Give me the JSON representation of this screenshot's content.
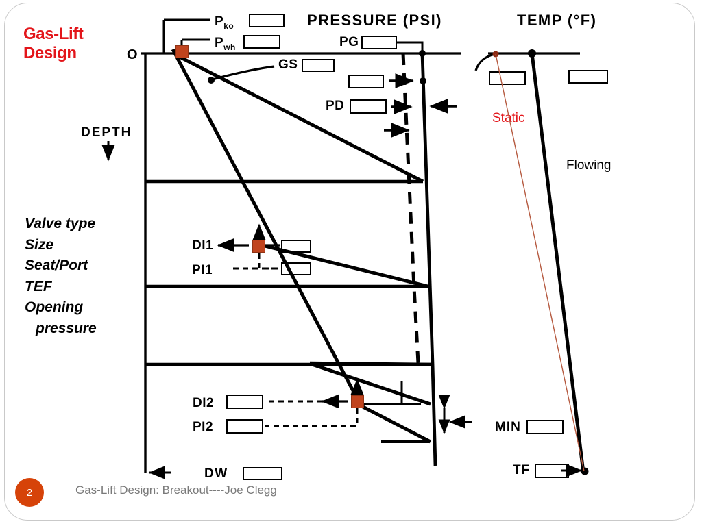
{
  "slide": {
    "title_line1": "Gas-Lift",
    "title_line2": "Design",
    "title_color": "#E3151A",
    "page_number": "2",
    "footer": "Gas-Lift Design:  Breakout----Joe Clegg"
  },
  "left_list": {
    "items": [
      "Valve type",
      "Size",
      "Seat/Port",
      "TEF",
      "Opening",
      "pressure"
    ]
  },
  "headers": {
    "pressure": "PRESSURE (PSI)",
    "temp": "TEMP (°F)"
  },
  "axis": {
    "origin_label": "O",
    "depth_label": "DEPTH",
    "depth_arrow": "down-arrow"
  },
  "pressure_labels": {
    "pko": "P",
    "pko_sub": "ko",
    "pwh": "P",
    "pwh_sub": "wh",
    "gs": "GS",
    "pg": "PG",
    "pd": "PD",
    "di1": "DI1",
    "pi1": "PI1",
    "di2": "DI2",
    "pi2": "PI2",
    "dw": "DW"
  },
  "temp_labels": {
    "static": "Static",
    "flowing": "Flowing",
    "min": "MIN",
    "tf": "TF"
  },
  "colors": {
    "valve_marker": "#C0441E",
    "accent_red": "#E3151A",
    "page_badge": "#D64309",
    "footer_text": "#7a7a7a",
    "static_line": "#B5593F",
    "ink": "#000000"
  },
  "chart_data": {
    "type": "line",
    "title": "Gas-Lift Design pressure & temperature traverse",
    "xlabel": "PRESSURE (PSI)",
    "ylabel": "DEPTH",
    "panels": [
      {
        "name": "pressure-panel",
        "xlabel": "PRESSURE (PSI)",
        "ylabel": "DEPTH",
        "annotations": [
          "Pko",
          "Pwh",
          "GS",
          "PG",
          "PD",
          "DI1",
          "PI1",
          "DI2",
          "PI2",
          "DW"
        ],
        "series": [
          {
            "name": "gas-injection-gradient",
            "style": "solid-thick"
          },
          {
            "name": "production-fluid-gradient",
            "style": "solid-thick"
          },
          {
            "name": "surface-closing-pressure",
            "style": "dashed-thick"
          },
          {
            "name": "casing-gas-pressure",
            "style": "solid-thick"
          }
        ],
        "valve_markers": [
          {
            "label": "valve-0",
            "depth_band": 0
          },
          {
            "label": "DI1",
            "depth_band": 1
          },
          {
            "label": "DI2",
            "depth_band": 3
          }
        ],
        "depth_gridlines": 3
      },
      {
        "name": "temperature-panel",
        "xlabel": "TEMP (°F)",
        "ylabel": "DEPTH",
        "annotations": [
          "Static",
          "Flowing",
          "MIN",
          "TF"
        ],
        "series": [
          {
            "name": "Static",
            "style": "thin-line",
            "color": "#B5593F"
          },
          {
            "name": "Flowing",
            "style": "solid-thick",
            "color": "#000000"
          }
        ]
      }
    ]
  }
}
